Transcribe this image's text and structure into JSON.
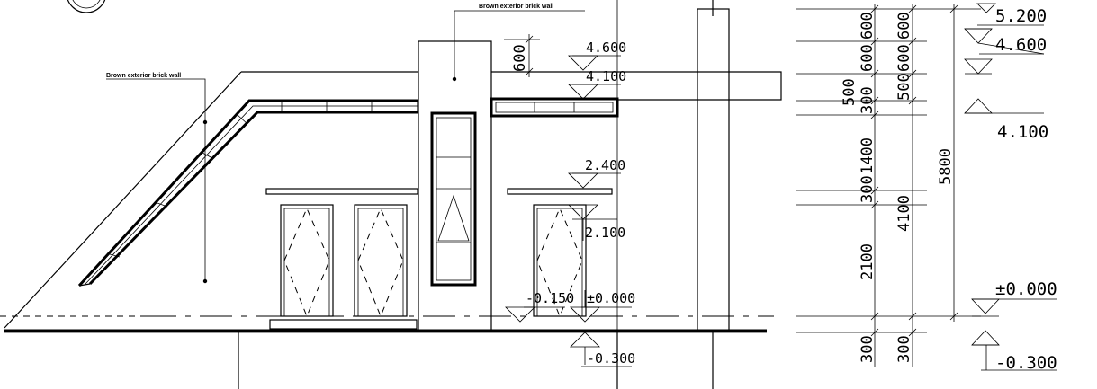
{
  "annotations": {
    "left_wall_note": "Brown exterior brick wall",
    "top_wall_note": "Brown exterior brick wall"
  },
  "dimension_600": "600",
  "elevations": {
    "e4600": "4.600",
    "e4100": "4.100",
    "e2400": "2.400",
    "e2100": "2.100",
    "em0150": "-0.150",
    "e0000": "±0.000",
    "em0300": "-0.300"
  },
  "right_levels": {
    "r5200": "5.200",
    "r4600": "4.600",
    "r4100": "4.100",
    "r0000": "±0.000",
    "rm0300": "-0.300"
  },
  "dims_col1": [
    "600",
    "600",
    "500",
    "300",
    "1400",
    "300",
    "2100",
    "300"
  ],
  "dims_col2": [
    "600",
    "600",
    "500",
    "4100",
    "300"
  ],
  "dims_col3": [
    "5800"
  ]
}
